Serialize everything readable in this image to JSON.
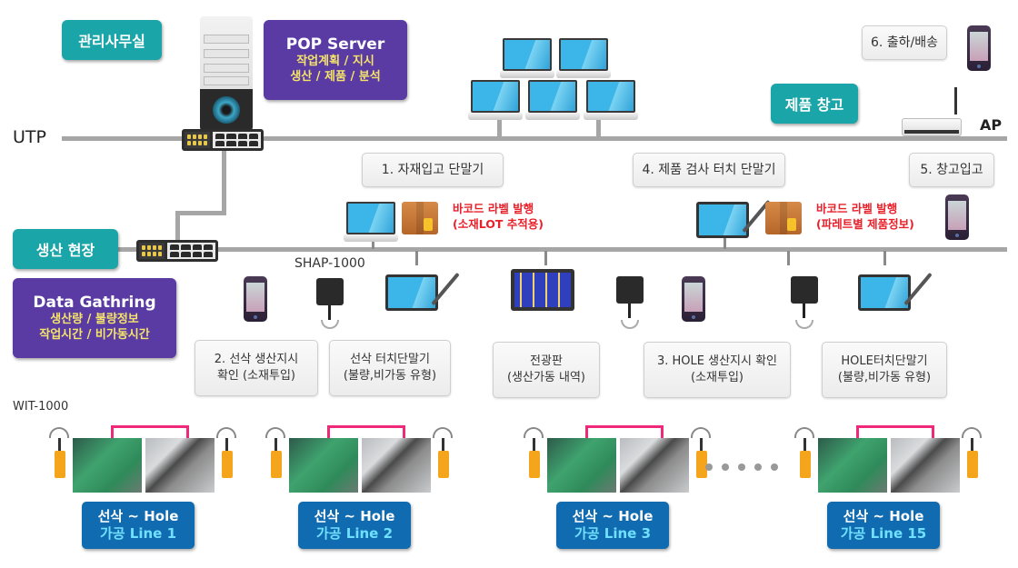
{
  "locations": {
    "office": "관리사무실",
    "production_floor": "생산 현장",
    "warehouse": "제품 창고"
  },
  "network": {
    "utp_label": "UTP",
    "ap_label": "AP",
    "shap_label": "SHAP-1000",
    "wit_label": "WIT-1000"
  },
  "pop_server": {
    "title": "POP Server",
    "line1": "작업계획 / 지시",
    "line2": "생산 / 제품 / 분석"
  },
  "data_gathering": {
    "title": "Data Gathring",
    "line1": "생산량 / 불량정보",
    "line2": "작업시간 / 비가동시간"
  },
  "steps": {
    "material_receiving": "1. 자재입고 단말기",
    "product_inspection": "4. 제품 검사 터치 단말기",
    "warehouse_receiving": "5. 창고입고",
    "shipping": "6. 출하/배송",
    "lathe_instruction": {
      "line1": "2. 선삭 생산지시",
      "line2": "확인 (소재투입)"
    },
    "lathe_touch": {
      "line1": "선삭 터치단말기",
      "line2": "(불량,비가동 유형)"
    },
    "display_board": {
      "line1": "전광판",
      "line2": "(생산가동 내역)"
    },
    "hole_instruction": {
      "line1": "3. HOLE 생산지시 확인",
      "line2": "(소재투입)"
    },
    "hole_touch": {
      "line1": "HOLE터치단말기",
      "line2": "(불량,비가동 유형)"
    }
  },
  "barcode_labels": {
    "material": {
      "line1": "바코드 라벨 발행",
      "line2": "(소재LOT 추적용)"
    },
    "pallet": {
      "line1": "바코드 라벨 발행",
      "line2": "(파레트별 제품정보)"
    }
  },
  "lines": [
    {
      "line1": "선삭 ~ Hole",
      "line2": "가공 Line 1"
    },
    {
      "line1": "선삭 ~ Hole",
      "line2": "가공 Line 2"
    },
    {
      "line1": "선삭 ~ Hole",
      "line2": "가공 Line 3"
    },
    {
      "line1": "선삭 ~ Hole",
      "line2": "가공 Line 15"
    }
  ],
  "colors": {
    "teal": "#1aa5a8",
    "purple": "#5a3aa3",
    "yellow_text": "#f4e46a",
    "blue": "#116bb0",
    "cyan_text": "#6fe0ff",
    "red_text": "#e8202a",
    "pink_link": "#f0287a",
    "network_line": "#a6a6a6"
  }
}
